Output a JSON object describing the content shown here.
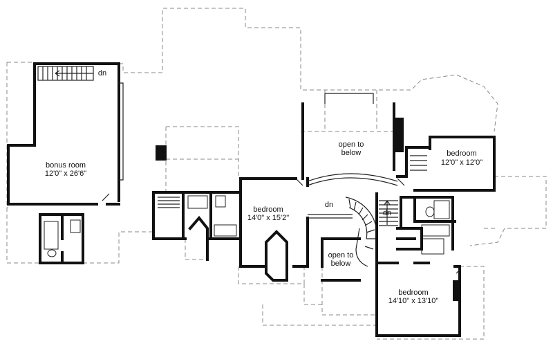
{
  "plan": {
    "rooms": {
      "bonus_room": {
        "name": "bonus room",
        "size": "12'0\" x 26'6\""
      },
      "bedroom_center": {
        "name": "bedroom",
        "size": "14'0\" x 15'2\""
      },
      "bedroom_right": {
        "name": "bedroom",
        "size": "12'0\" x 12'0\""
      },
      "bedroom_bottom": {
        "name": "bedroom",
        "size": "14'10\" x 13'10\""
      }
    },
    "open_upper": {
      "line1": "open to",
      "line2": "below"
    },
    "open_lower": {
      "line1": "open to",
      "line2": "below"
    },
    "stairs": {
      "bonus_dn": "dn",
      "main_dn": "dn",
      "back_dn": "dn"
    }
  }
}
